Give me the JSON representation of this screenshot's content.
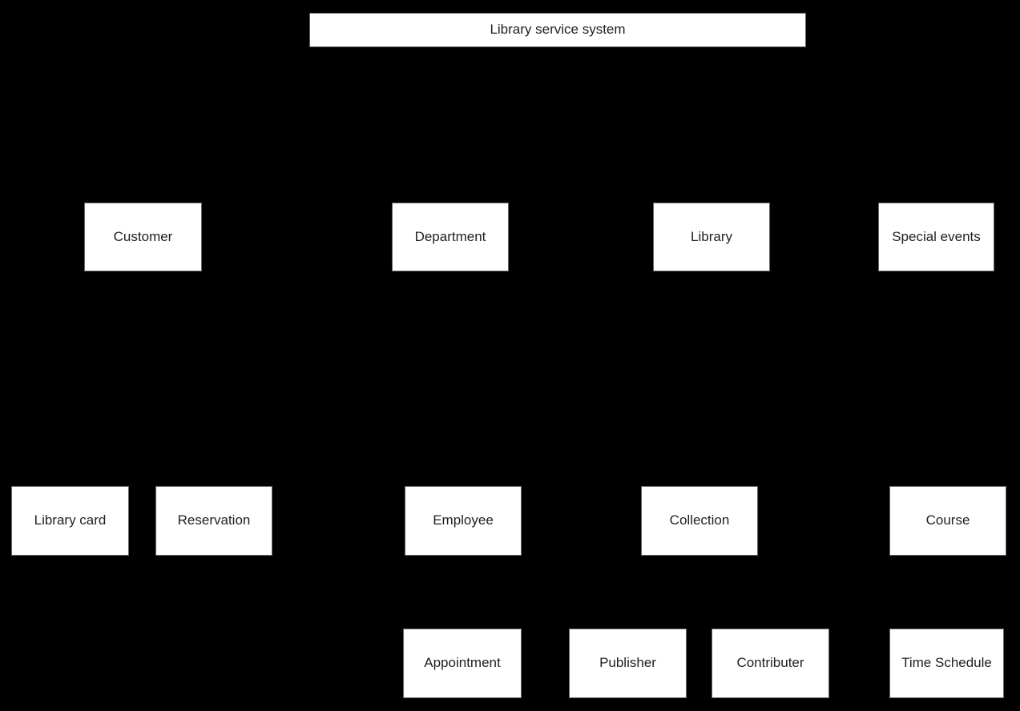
{
  "diagram": {
    "type": "hierarchy",
    "background_color": "#000000",
    "box_fill_color": "#ffffff",
    "box_border_color": "#666666",
    "text_color": "#1f1f1f",
    "root": {
      "label": "Library service system"
    },
    "level_2": [
      {
        "label": "Customer"
      },
      {
        "label": "Department"
      },
      {
        "label": "Library"
      },
      {
        "label": "Special events"
      }
    ],
    "level_3": [
      {
        "label": "Library card"
      },
      {
        "label": "Reservation"
      },
      {
        "label": "Employee"
      },
      {
        "label": "Collection"
      },
      {
        "label": "Course"
      }
    ],
    "level_4": [
      {
        "label": "Appointment"
      },
      {
        "label": "Publisher"
      },
      {
        "label": "Contributer"
      },
      {
        "label": "Time Schedule"
      }
    ]
  }
}
